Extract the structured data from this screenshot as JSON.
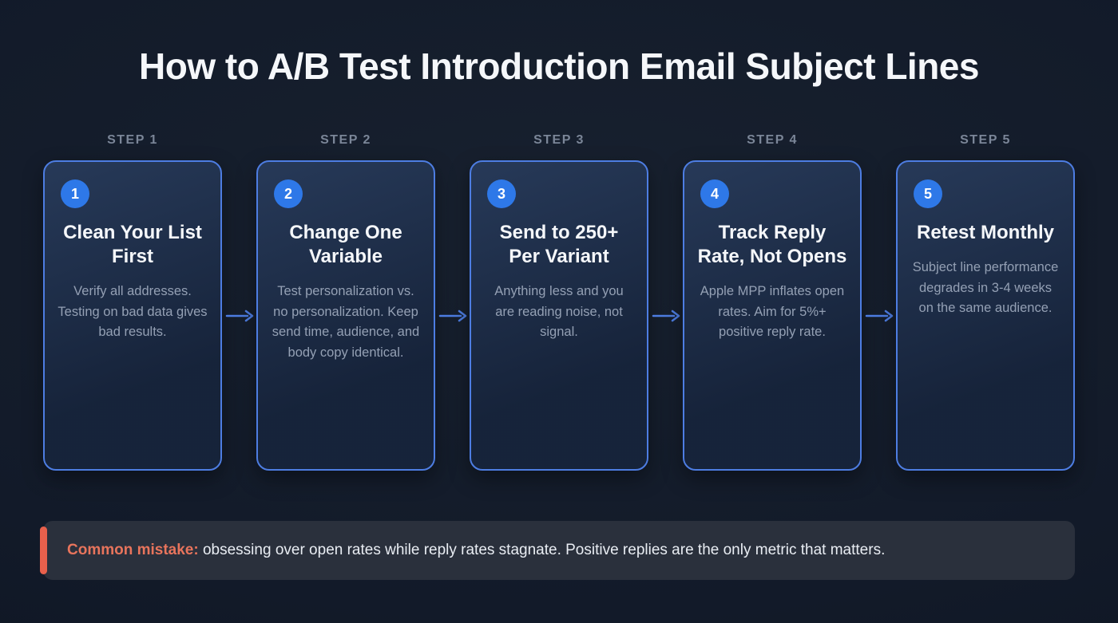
{
  "title": "How to A/B Test Introduction Email Subject Lines",
  "steps": [
    {
      "label": "STEP 1",
      "number": "1",
      "title": "Clean Your List First",
      "body": "Verify all addresses. Testing on bad data gives bad results."
    },
    {
      "label": "STEP 2",
      "number": "2",
      "title": "Change One Variable",
      "body": "Test personalization vs. no personalization. Keep send time, audience, and body copy identical."
    },
    {
      "label": "STEP 3",
      "number": "3",
      "title": "Send to 250+ Per Variant",
      "body": "Anything less and you are reading noise, not signal."
    },
    {
      "label": "STEP 4",
      "number": "4",
      "title": "Track Reply Rate, Not Opens",
      "body": "Apple MPP inflates open rates. Aim for 5%+ positive reply rate."
    },
    {
      "label": "STEP 5",
      "number": "5",
      "title": "Retest Monthly",
      "body": "Subject line performance degrades in 3-4 weeks on the same audience."
    }
  ],
  "callout": {
    "label": "Common mistake:",
    "text": "obsessing over open rates while reply rates stagnate. Positive replies are the only metric that matters."
  },
  "colors": {
    "background": "#121a29",
    "card_bg": "#1c2940",
    "card_border": "#4d7de2",
    "accent_blue": "#2e78e8",
    "accent_red": "#e8604c",
    "callout_bg": "#2a303c",
    "heading_text": "#f5f7fa",
    "body_text": "#94a0b4",
    "step_label": "#7b8698"
  }
}
